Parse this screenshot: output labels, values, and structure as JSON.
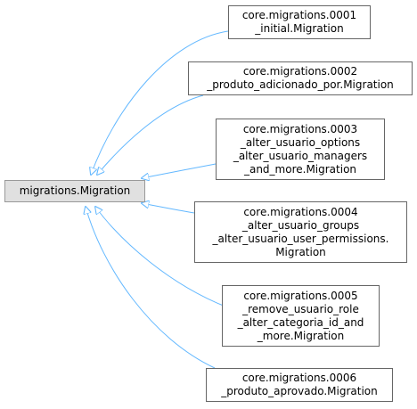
{
  "base": {
    "label": "migrations.Migration"
  },
  "children": [
    {
      "lines": [
        "core.migrations.0001",
        "_initial.Migration"
      ]
    },
    {
      "lines": [
        "core.migrations.0002",
        "_produto_adicionado_por.Migration"
      ]
    },
    {
      "lines": [
        "core.migrations.0003",
        "_alter_usuario_options",
        "_alter_usuario_managers",
        "_and_more.Migration"
      ]
    },
    {
      "lines": [
        "core.migrations.0004",
        "_alter_usuario_groups",
        "_alter_usuario_user_permissions.",
        "Migration"
      ]
    },
    {
      "lines": [
        "core.migrations.0005",
        "_remove_usuario_role",
        "_alter_categoria_id_and",
        "_more.Migration"
      ]
    },
    {
      "lines": [
        "core.migrations.0006",
        "_produto_aprovado.Migration"
      ]
    }
  ],
  "colors": {
    "edge": "#63b8ff",
    "base_fill": "#e0e0e0",
    "node_border": "#666666"
  }
}
